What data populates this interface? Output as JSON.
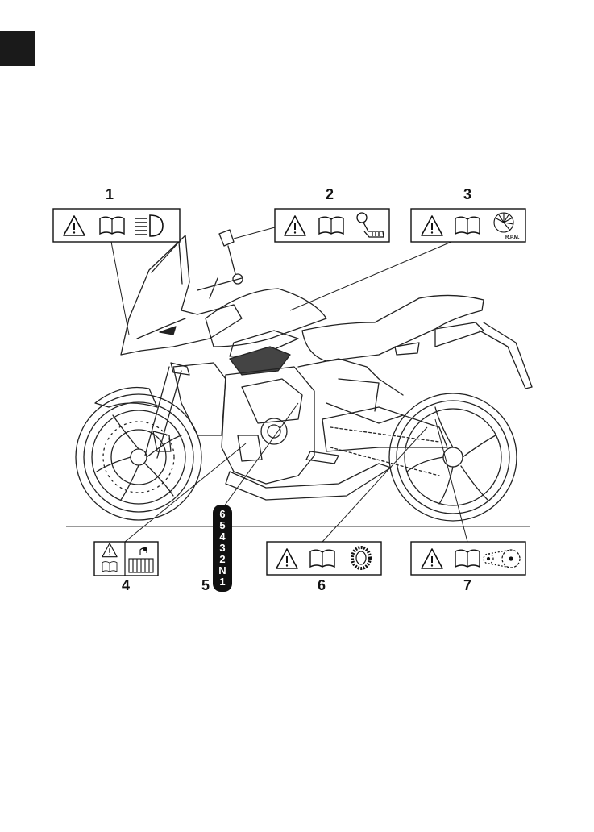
{
  "page": {
    "tab_color": "#1a1a1a"
  },
  "labels": [
    {
      "number": "1",
      "icons": [
        "warning-icon",
        "manual-book-icon",
        "headlight-icon"
      ]
    },
    {
      "number": "2",
      "icons": [
        "warning-icon",
        "manual-book-icon",
        "mirror-icon"
      ]
    },
    {
      "number": "3",
      "icons": [
        "warning-icon",
        "manual-book-icon",
        "tachometer-icon"
      ]
    },
    {
      "number": "4",
      "icons": [
        "warning-icon",
        "manual-book-icon",
        "battery-icon"
      ]
    },
    {
      "number": "5",
      "icons": [
        "gear-pattern-icon"
      ]
    },
    {
      "number": "6",
      "icons": [
        "warning-icon",
        "manual-book-icon",
        "tire-icon"
      ]
    },
    {
      "number": "7",
      "icons": [
        "warning-icon",
        "manual-book-icon",
        "chain-icon"
      ]
    }
  ],
  "gear_pattern": [
    "6",
    "5",
    "4",
    "3",
    "2",
    "N",
    "1"
  ],
  "tacho_caption": "R.P.M."
}
